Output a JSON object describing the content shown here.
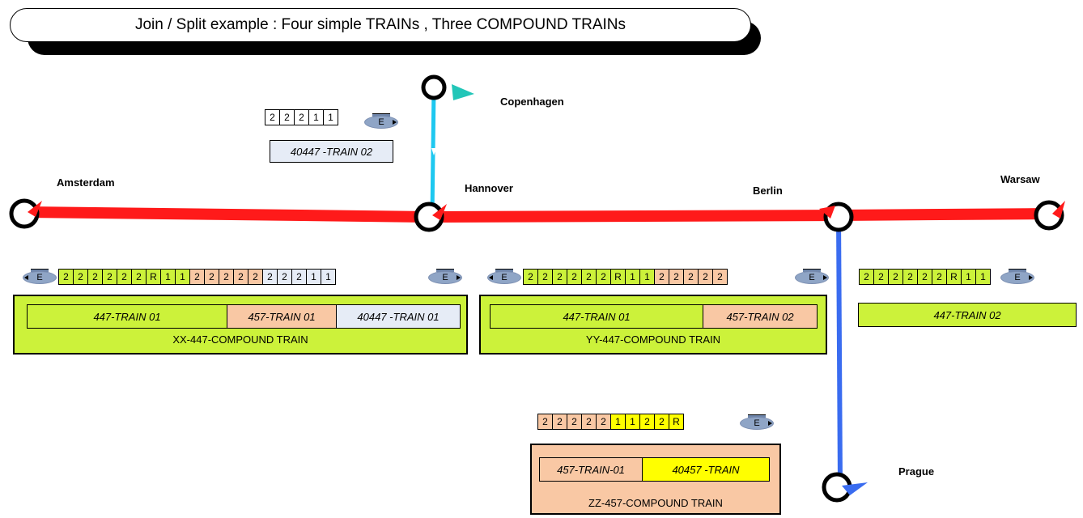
{
  "title": "Join / Split example : Four simple TRAINs , Three COMPOUND TRAINs",
  "colors": {
    "main_line": "#ff1a1a",
    "copenhagen_line": "#1ec8f0",
    "prague_line": "#3a6cf0",
    "compound_green": "#ccf23a",
    "compound_orange": "#f9c8a4",
    "train_blue": "#e6ecf6",
    "train_yellow": "#ffff00"
  },
  "cities": {
    "amsterdam": "Amsterdam",
    "hannover": "Hannover",
    "berlin": "Berlin",
    "warsaw": "Warsaw",
    "copenhagen": "Copenhagen",
    "prague": "Prague"
  },
  "engine_label": "E",
  "copenhagen_train": {
    "cars": [
      "2",
      "2",
      "2",
      "1",
      "1"
    ],
    "name": "40447 -TRAIN 02"
  },
  "xx_compound": {
    "cars": [
      "2",
      "2",
      "2",
      "2",
      "2",
      "2",
      "R",
      "1",
      "1",
      "2",
      "2",
      "2",
      "2",
      "2",
      "2",
      "2",
      "2",
      "1",
      "1"
    ],
    "segments": [
      "447-TRAIN 01",
      "457-TRAIN 01",
      "40447 -TRAIN 01"
    ],
    "label": "XX-447-COMPOUND TRAIN"
  },
  "yy_compound": {
    "cars": [
      "2",
      "2",
      "2",
      "2",
      "2",
      "2",
      "R",
      "1",
      "1",
      "2",
      "2",
      "2",
      "2",
      "2"
    ],
    "segments": [
      "447-TRAIN 01",
      "457-TRAIN 02"
    ],
    "label": "YY-447-COMPOUND TRAIN"
  },
  "warsaw_train": {
    "cars": [
      "2",
      "2",
      "2",
      "2",
      "2",
      "2",
      "R",
      "1",
      "1"
    ],
    "name": "447-TRAIN 02"
  },
  "zz_compound": {
    "cars": [
      "2",
      "2",
      "2",
      "2",
      "2",
      "1",
      "1",
      "2",
      "2",
      "R"
    ],
    "segments": [
      "457-TRAIN-01",
      "40457 -TRAIN"
    ],
    "label": "ZZ-457-COMPOUND TRAIN"
  }
}
